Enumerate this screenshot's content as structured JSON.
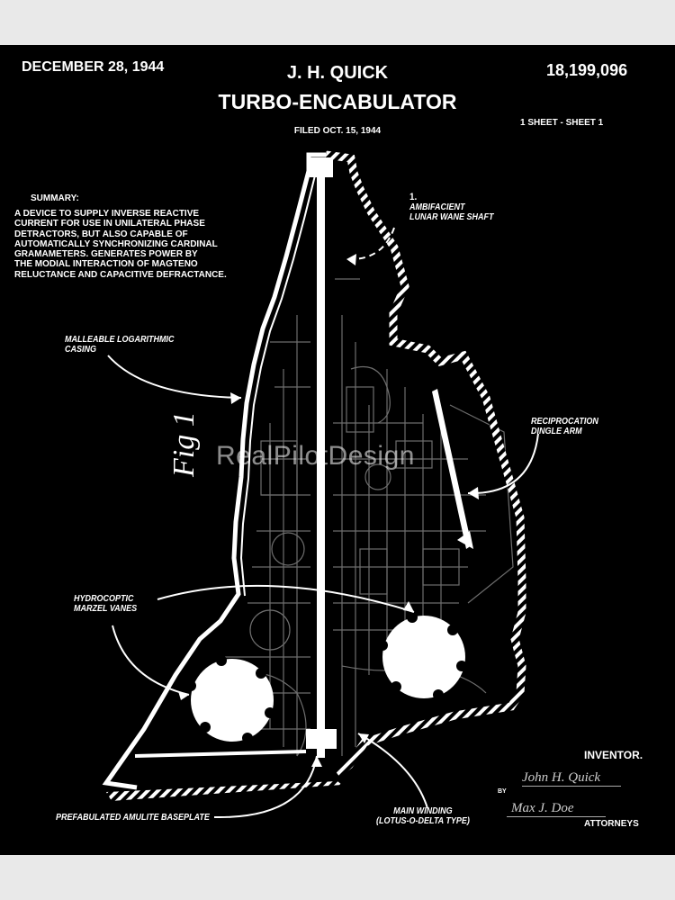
{
  "header": {
    "date": "DECEMBER 28, 1944",
    "inventor_name": "J. H. QUICK",
    "title": "TURBO-ENCABULATOR",
    "filed": "FILED OCT. 15, 1944",
    "patent_number": "18,199,096",
    "sheet": "1 SHEET - SHEET 1"
  },
  "summary": {
    "heading": "SUMMARY:",
    "lines": [
      "A DEVICE TO SUPPLY INVERSE REACTIVE",
      "CURRENT FOR USE IN UNILATERAL PHASE",
      "DETRACTORS, BUT ALSO  CAPABLE OF",
      "AUTOMATICALLY SYNCHRONIZING CARDINAL",
      "GRAMAMETERS.  GENERATES POWER BY",
      "THE MODIAL INTERACTION OF MAGTENO",
      "RELUCTANCE AND CAPACITIVE DEFRACTANCE."
    ]
  },
  "labels": {
    "shaft_number": "1.",
    "shaft_line1": "AMBIFACIENT",
    "shaft_line2": "LUNAR WANE SHAFT",
    "casing_line1": "MALLEABLE  LOGARITHMIC",
    "casing_line2": "CASING",
    "dingle_line1": "RECIPROCATION",
    "dingle_line2": "DINGLE ARM",
    "vanes_line1": "HYDROCOPTIC",
    "vanes_line2": "MARZEL VANES",
    "baseplate": "PREFABULATED AMULITE BASEPLATE",
    "winding_line1": "MAIN WINDING",
    "winding_line2": "(LOTUS-O-DELTA TYPE)",
    "figure": "Fig 1"
  },
  "footer": {
    "inventor_label": "INVENTOR.",
    "by": "BY",
    "signature_inventor": "John H. Quick",
    "signature_attorney": "Max J. Doe",
    "attorneys": "ATTORNEYS"
  },
  "watermark": "RealPilotDesign",
  "colors": {
    "background": "#000000",
    "ink": "#ffffff",
    "detail": "#777777",
    "frame": "#e9e9e9"
  }
}
